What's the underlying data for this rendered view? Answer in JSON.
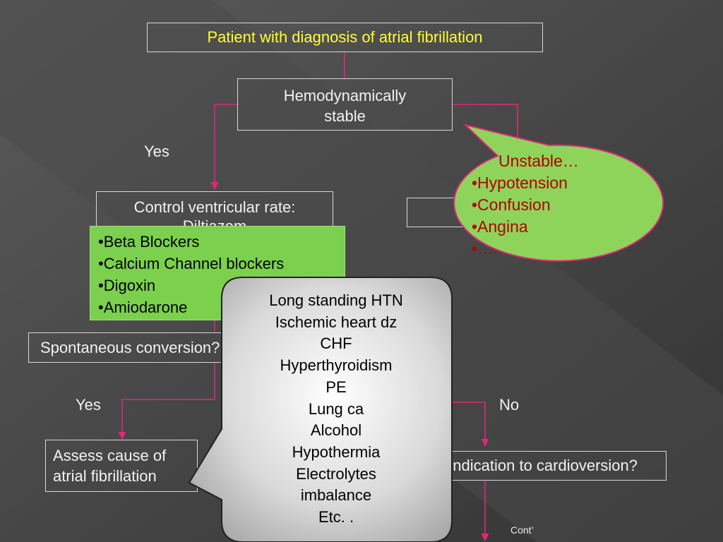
{
  "flowchart": {
    "title": "Patient with diagnosis of atrial fibrillation",
    "stable_question": [
      "Hemodynamically",
      "stable"
    ],
    "rate_control": [
      "Control ventricular rate:",
      "Diltiazem"
    ],
    "spontaneous": "Spontaneous conversion?",
    "assess_cause": [
      "Assess cause of",
      "atrial fibrillation"
    ],
    "cardioversion": "Contraindication to cardioversion?",
    "yes_stable": "Yes",
    "yes_conversion": "Yes",
    "no_conversion": "No",
    "continued": "Cont’"
  },
  "rate_drugs": [
    "•Beta Blockers",
    "•Calcium Channel blockers",
    "•Digoxin",
    "•Amiodarone"
  ],
  "unstable_callout": {
    "title": "Unstable…",
    "items": [
      "•Hypotension",
      "•Confusion",
      "•Angina",
      "•…."
    ]
  },
  "causes_callout": {
    "items": [
      "Long standing HTN",
      "Ischemic heart dz",
      "CHF",
      "Hyperthyroidism",
      "PE",
      "Lung ca",
      "Alcohol",
      "Hypothermia",
      "Electrolytes",
      "imbalance",
      "Etc. ."
    ]
  },
  "colors": {
    "background": "#3d3d3d",
    "title_text": "#ffff33",
    "connector": "#e0287a",
    "green_fill": "#7bd04e",
    "unstable_text": "#b30000"
  }
}
